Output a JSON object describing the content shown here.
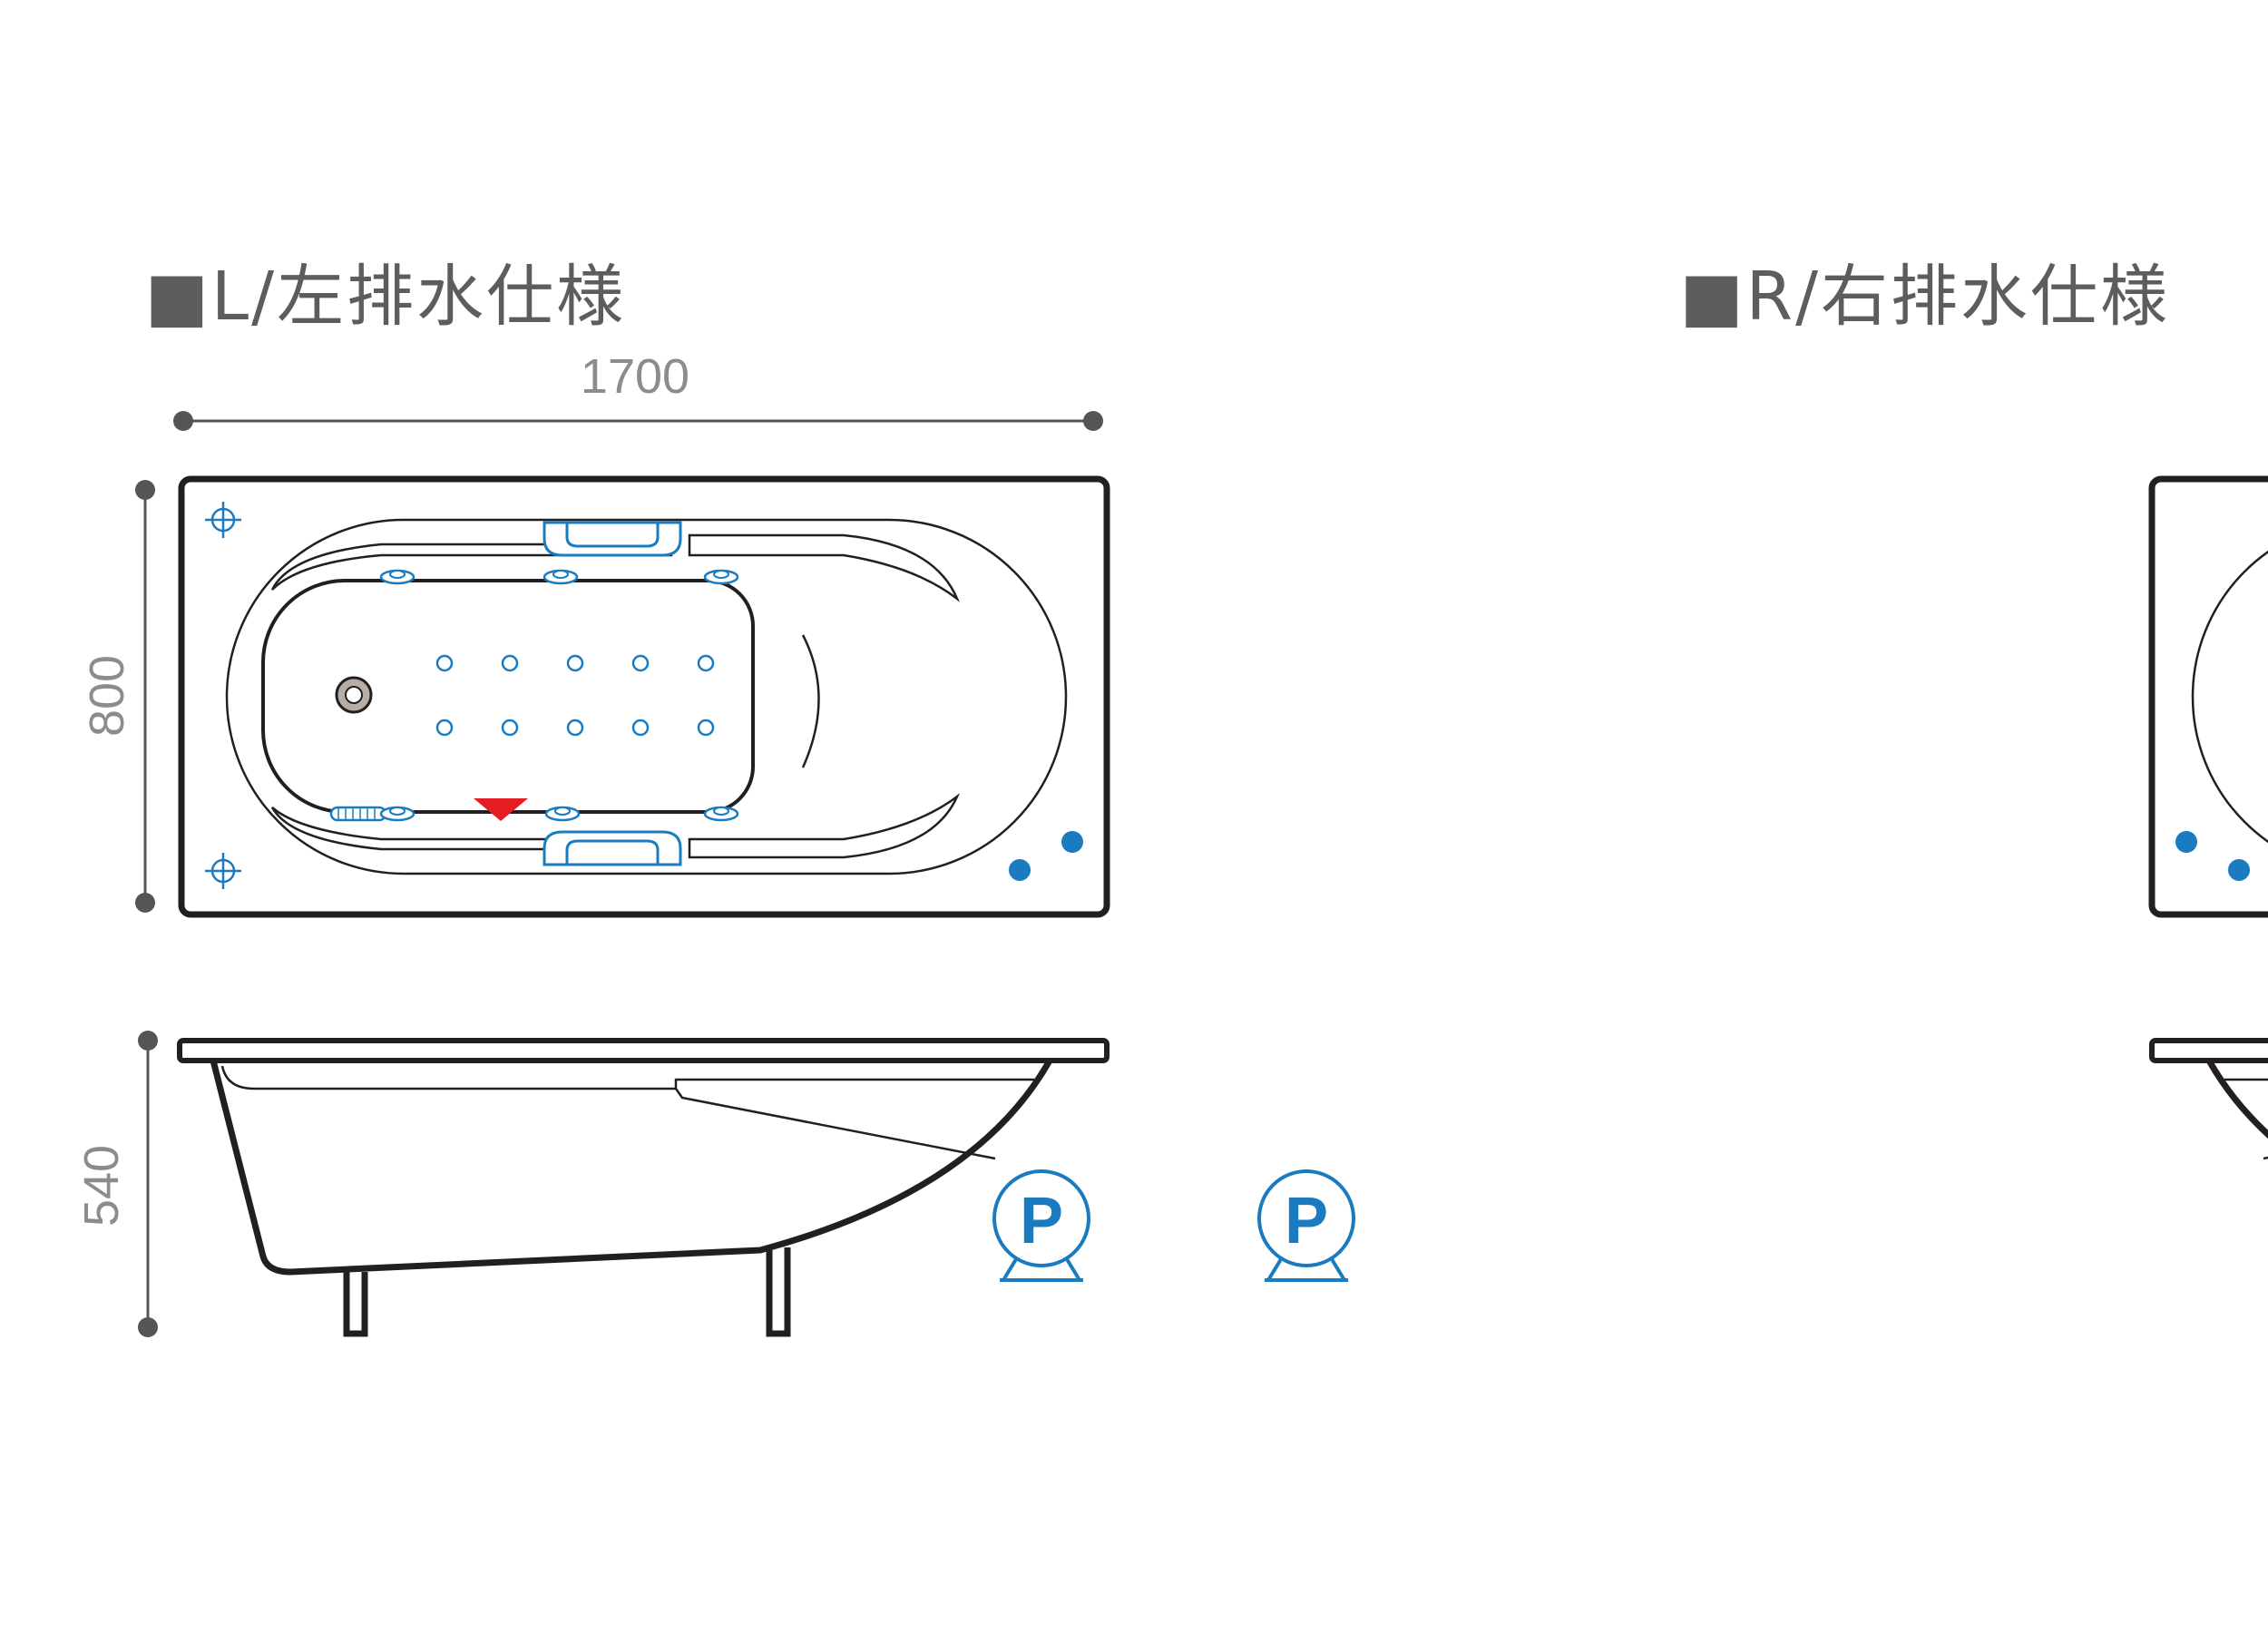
{
  "left_spec": {
    "title": "■L/左排水仕様",
    "width_label": "1700",
    "depth_label": "800",
    "height_label": "540",
    "pump_label": "P"
  },
  "right_spec": {
    "title": "■R/右排水仕様",
    "pump_label": "P"
  },
  "colors": {
    "outline": "#231f20",
    "jet_blue": "#1a7bc0",
    "drain_marker_red": "#e51e25",
    "title_gray": "#5d5d5d",
    "dimension_gray": "#8c8c8c"
  }
}
